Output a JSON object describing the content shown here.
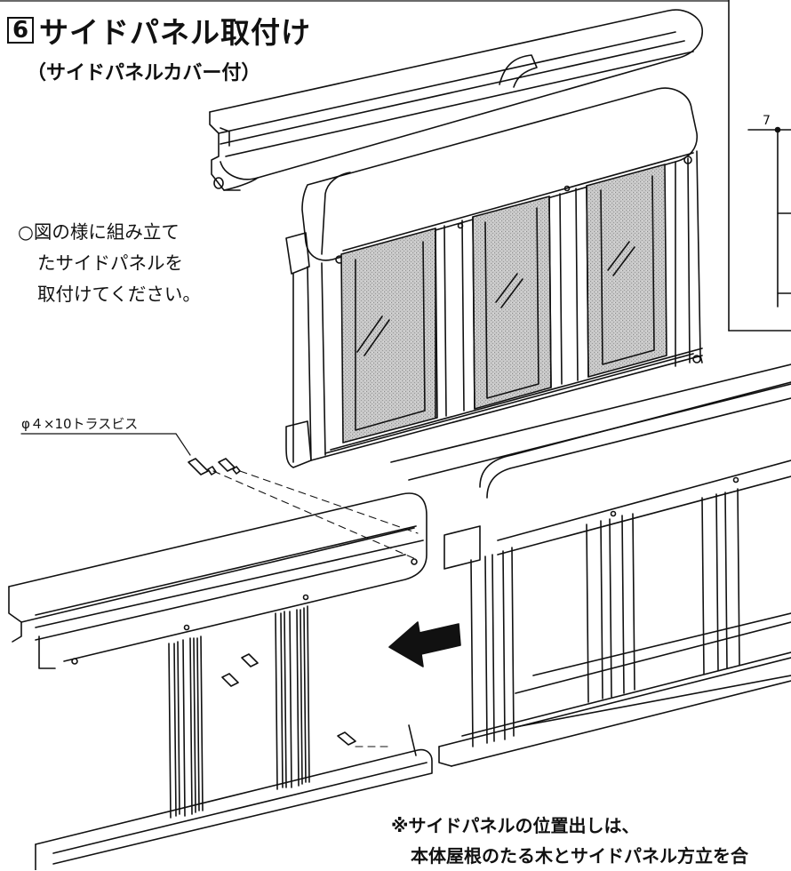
{
  "step": {
    "number": "6",
    "title": "サイドパネル取付け",
    "subtitle": "（サイドパネルカバー付）"
  },
  "instructions": {
    "line1": "○図の様に組み立て",
    "line2": "たサイドパネルを",
    "line3": "取付けてください。"
  },
  "screw_label": "φ４×10トラスビス",
  "note": {
    "line1": "※サイドパネルの位置出しは、",
    "line2": "本体屋根のたる木とサイドパネル方立を合"
  },
  "inset": {
    "number": "7"
  },
  "colors": {
    "line": "#111111",
    "glass": "#bdbdbd",
    "background": "#ffffff"
  },
  "icons": {
    "arrow": "left-arrow-icon",
    "screw": "screw-icon"
  }
}
